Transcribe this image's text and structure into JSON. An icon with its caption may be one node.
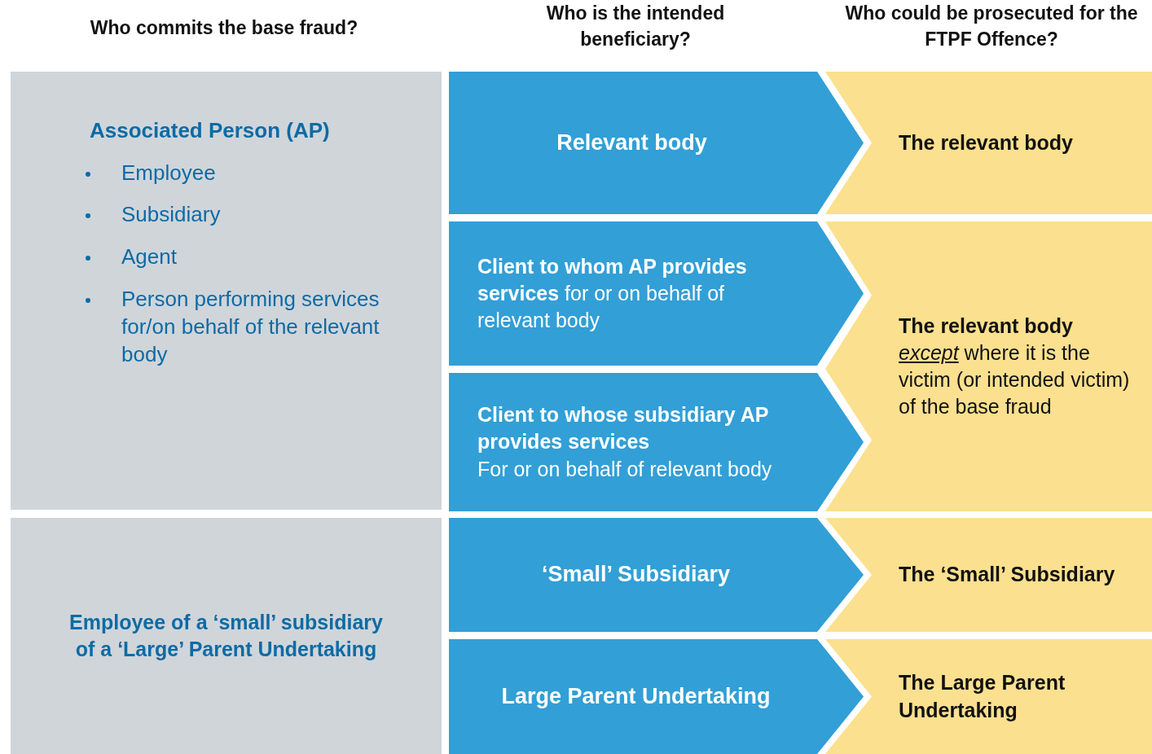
{
  "diagram": {
    "nodes": [
      {
        "text": [
          "Associated Person (AP)",
          "Employee",
          "Subsidiary",
          "Agent",
          "Person performing services for/on behalf of the relevant body"
        ]
      },
      {
        "text": [
          "Relevant body"
        ]
      },
      {
        "text": [
          "The relevant body"
        ]
      },
      {
        "text": [
          "**Client to whom AP provides services** for or on behalf of relevant body"
        ]
      },
      {
        "text": [
          "Client to whose subsidiary AP provides services",
          "For or on behalf of relevant body"
        ]
      },
      {
        "text": [
          "The relevant body",
          "*except* where it is the victim (or intended victim) of the base fraud"
        ]
      },
      {
        "text": [
          "Employee of a ‘small’ subsidiary of a ‘Large’ Parent Undertaking"
        ]
      },
      {
        "text": [
          "‘Small’ Subsidiary"
        ]
      },
      {
        "text": [
          "The ‘Small’ Subsidiary"
        ]
      },
      {
        "text": [
          "Large Parent Undertaking"
        ]
      },
      {
        "text": [
          "The Large Parent Undertaking"
        ]
      }
    ],
    "labels": [
      "Who commits the base fraud?",
      "Who is the intended beneficiary?",
      "Who could be prosecuted for the FTPF Offence?"
    ]
  }
}
